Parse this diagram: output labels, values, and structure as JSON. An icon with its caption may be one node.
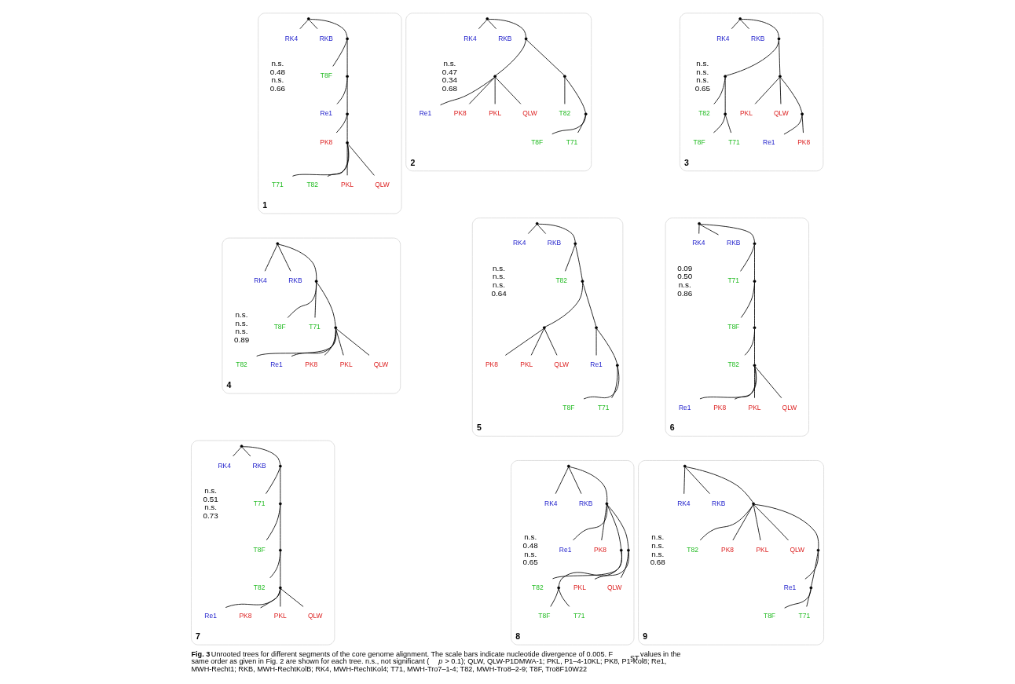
{
  "diagram": {
    "caption": "**Fig. 3** Unrooted trees for different segments of the core genome alignment. The scale bars indicate nucleotide divergence of 0.005. F$_{ST}$ values in the same order as given in Fig. 2 are shown for each tree. n.s., not significant (*p* > 0.1); QLW, QLW-P1DMWA-1; PKL, P1–4-10KL; PK8, P1-Kol8; Re1, MWH-Recht1; RKB, MWH-RechtKolB; RK4, MWH-RechtKol4; T71, MWH-Tro7–1-4; T82, MWH-Tro8–2-9; T8F, Tro8F10W22",
    "nodes": [
      {
        "text": [
          "1",
          "n.s.",
          "0.48",
          "n.s.",
          "0.66"
        ]
      },
      {
        "text": [
          "T8F"
        ],
        "in": 0
      },
      {
        "text": [
          "T71"
        ],
        "in": 0
      },
      {
        "text": [
          "T82"
        ],
        "in": 0
      },
      {
        "text": [
          "Re1"
        ],
        "in": 0
      },
      {
        "text": [
          "RK4"
        ],
        "in": 0
      },
      {
        "text": [
          "RKB"
        ],
        "in": 0
      },
      {
        "text": [
          "PK8"
        ],
        "in": 0
      },
      {
        "text": [
          "PKL"
        ],
        "in": 0
      },
      {
        "text": [
          "QLW"
        ],
        "in": 0
      },
      {
        "text": [],
        "shape": "point",
        "in": 0
      },
      {
        "text": [],
        "shape": "point",
        "in": 0
      },
      {
        "text": [],
        "shape": "point",
        "in": 0
      },
      {
        "text": [],
        "shape": "point",
        "in": 0
      },
      {
        "text": [],
        "shape": "point",
        "in": 0
      },
      {
        "text": [
          "2",
          "n.s.",
          "0.47",
          "0.34",
          "0.68"
        ]
      },
      {
        "text": [
          "T8F"
        ],
        "in": 15
      },
      {
        "text": [
          "T71"
        ],
        "in": 15
      },
      {
        "text": [
          "T82"
        ],
        "in": 15
      },
      {
        "text": [
          "Re1"
        ],
        "in": 15
      },
      {
        "text": [
          "RK4"
        ],
        "in": 15
      },
      {
        "text": [
          "RKB"
        ],
        "in": 15
      },
      {
        "text": [
          "PK8"
        ],
        "in": 15
      },
      {
        "text": [
          "PKL"
        ],
        "in": 15
      },
      {
        "text": [
          "QLW"
        ],
        "in": 15
      },
      {
        "text": [],
        "shape": "point",
        "in": 15
      },
      {
        "text": [],
        "shape": "point",
        "in": 15
      },
      {
        "text": [],
        "shape": "point",
        "in": 15
      },
      {
        "text": [],
        "shape": "point",
        "in": 15
      },
      {
        "text": [],
        "shape": "point",
        "in": 15
      },
      {
        "text": [
          "3",
          "n.s.",
          "n.s.",
          "n.s.",
          "0.65"
        ]
      },
      {
        "text": [
          "T8F"
        ],
        "in": 30
      },
      {
        "text": [
          "T71"
        ],
        "in": 30
      },
      {
        "text": [
          "T82"
        ],
        "in": 30
      },
      {
        "text": [
          "Re1"
        ],
        "in": 30
      },
      {
        "text": [
          "RK4"
        ],
        "in": 30
      },
      {
        "text": [
          "RKB"
        ],
        "in": 30
      },
      {
        "text": [
          "PK8"
        ],
        "in": 30
      },
      {
        "text": [
          "PKL"
        ],
        "in": 30
      },
      {
        "text": [
          "QLW"
        ],
        "in": 30
      },
      {
        "text": [],
        "shape": "point",
        "in": 30
      },
      {
        "text": [],
        "shape": "point",
        "in": 30
      },
      {
        "text": [],
        "shape": "point",
        "in": 30
      },
      {
        "text": [],
        "shape": "point",
        "in": 30
      },
      {
        "text": [],
        "shape": "point",
        "in": 30
      },
      {
        "text": [],
        "shape": "point",
        "in": 30
      },
      {
        "text": [
          "4",
          "n.s.",
          "n.s.",
          "n.s.",
          "0.89"
        ]
      },
      {
        "text": [
          "T8F"
        ],
        "in": 46
      },
      {
        "text": [
          "T71"
        ],
        "in": 46
      },
      {
        "text": [
          "T82"
        ],
        "in": 46
      },
      {
        "text": [
          "Re1"
        ],
        "in": 46
      },
      {
        "text": [
          "RK4"
        ],
        "in": 46
      },
      {
        "text": [
          "RKB"
        ],
        "in": 46
      },
      {
        "text": [
          "PK8"
        ],
        "in": 46
      },
      {
        "text": [
          "PKL"
        ],
        "in": 46
      },
      {
        "text": [
          "QLW"
        ],
        "in": 46
      },
      {
        "text": [],
        "shape": "point",
        "in": 46
      },
      {
        "text": [],
        "shape": "point",
        "in": 46
      },
      {
        "text": [],
        "shape": "point",
        "in": 46
      },
      {
        "text": [
          "5",
          "n.s.",
          "n.s.",
          "n.s.",
          "0.64"
        ]
      },
      {
        "text": [
          "T8F"
        ],
        "in": 59
      },
      {
        "text": [
          "T71"
        ],
        "in": 59
      },
      {
        "text": [
          "T82"
        ],
        "in": 59
      },
      {
        "text": [
          "Re1"
        ],
        "in": 59
      },
      {
        "text": [
          "RK4"
        ],
        "in": 59
      },
      {
        "text": [
          "RKB"
        ],
        "in": 59
      },
      {
        "text": [
          "PK8"
        ],
        "in": 59
      },
      {
        "text": [
          "PKL"
        ],
        "in": 59
      },
      {
        "text": [
          "QLW"
        ],
        "in": 59
      },
      {
        "text": [],
        "shape": "point",
        "in": 59
      },
      {
        "text": [],
        "shape": "point",
        "in": 59
      },
      {
        "text": [],
        "shape": "point",
        "in": 59
      },
      {
        "text": [],
        "shape": "point",
        "in": 59
      },
      {
        "text": [],
        "shape": "point",
        "in": 59
      },
      {
        "text": [],
        "shape": "point",
        "in": 59
      },
      {
        "text": [
          "6",
          "0.09",
          "0.50",
          "n.s.",
          "0.86"
        ]
      },
      {
        "text": [
          "T8F"
        ],
        "in": 75
      },
      {
        "text": [
          "T71"
        ],
        "in": 75
      },
      {
        "text": [
          "T82"
        ],
        "in": 75
      },
      {
        "text": [
          "Re1"
        ],
        "in": 75
      },
      {
        "text": [
          "RK4"
        ],
        "in": 75
      },
      {
        "text": [
          "RKB"
        ],
        "in": 75
      },
      {
        "text": [
          "PK8"
        ],
        "in": 75
      },
      {
        "text": [
          "PKL"
        ],
        "in": 75
      },
      {
        "text": [
          "QLW"
        ],
        "in": 75
      },
      {
        "text": [],
        "shape": "point",
        "in": 75
      },
      {
        "text": [],
        "shape": "point",
        "in": 75
      },
      {
        "text": [],
        "shape": "point",
        "in": 75
      },
      {
        "text": [],
        "shape": "point",
        "in": 75
      },
      {
        "text": [],
        "shape": "point",
        "in": 75
      },
      {
        "text": [
          "7",
          "n.s.",
          "0.51",
          "n.s.",
          "0.73"
        ]
      },
      {
        "text": [
          "T8F"
        ],
        "in": 90
      },
      {
        "text": [
          "T71"
        ],
        "in": 90
      },
      {
        "text": [
          "T82"
        ],
        "in": 90
      },
      {
        "text": [
          "Re1"
        ],
        "in": 90
      },
      {
        "text": [
          "RK4"
        ],
        "in": 90
      },
      {
        "text": [
          "RKB"
        ],
        "in": 90
      },
      {
        "text": [
          "PK8"
        ],
        "in": 90
      },
      {
        "text": [
          "PKL"
        ],
        "in": 90
      },
      {
        "text": [
          "QLW"
        ],
        "in": 90
      },
      {
        "text": [],
        "shape": "point",
        "in": 90
      },
      {
        "text": [],
        "shape": "point",
        "in": 90
      },
      {
        "text": [],
        "shape": "point",
        "in": 90
      },
      {
        "text": [],
        "shape": "point",
        "in": 90
      },
      {
        "text": [],
        "shape": "point",
        "in": 90
      },
      {
        "text": [
          "8",
          "n.s.",
          "0.48",
          "n.s.",
          "0.65"
        ]
      },
      {
        "text": [
          "T8F"
        ],
        "in": 105
      },
      {
        "text": [
          "T71"
        ],
        "in": 105
      },
      {
        "text": [
          "T82"
        ],
        "in": 105
      },
      {
        "text": [
          "Re1"
        ],
        "in": 105
      },
      {
        "text": [
          "RK4"
        ],
        "in": 105
      },
      {
        "text": [
          "RKB"
        ],
        "in": 105
      },
      {
        "text": [
          "PK8"
        ],
        "in": 105
      },
      {
        "text": [
          "PKL"
        ],
        "in": 105
      },
      {
        "text": [
          "QLW"
        ],
        "in": 105
      },
      {
        "text": [],
        "shape": "point",
        "in": 105
      },
      {
        "text": [],
        "shape": "point",
        "in": 105
      },
      {
        "text": [],
        "shape": "point",
        "in": 105
      },
      {
        "text": [],
        "shape": "point",
        "in": 105
      },
      {
        "text": [],
        "shape": "point",
        "in": 105
      },
      {
        "text": [
          "9",
          "n.s.",
          "n.s.",
          "n.s.",
          "0.68"
        ]
      },
      {
        "text": [
          "T8F"
        ],
        "in": 120
      },
      {
        "text": [
          "T71"
        ],
        "in": 120
      },
      {
        "text": [
          "T82"
        ],
        "in": 120
      },
      {
        "text": [
          "Re1"
        ],
        "in": 120
      },
      {
        "text": [
          "RK4"
        ],
        "in": 120
      },
      {
        "text": [
          "RKB"
        ],
        "in": 120
      },
      {
        "text": [
          "PK8"
        ],
        "in": 120
      },
      {
        "text": [
          "PKL"
        ],
        "in": 120
      },
      {
        "text": [
          "QLW"
        ],
        "in": 120
      },
      {
        "text": [],
        "shape": "point",
        "in": 120
      },
      {
        "text": [],
        "shape": "point",
        "in": 120
      },
      {
        "text": [],
        "shape": "point",
        "in": 120
      },
      {
        "text": [],
        "shape": "point",
        "in": 120
      }
    ],
    "edges": [
      {
        "from": 5,
        "to": 10,
        "arrow": "none"
      },
      {
        "from": 6,
        "to": 10,
        "arrow": "none"
      },
      {
        "from": 10,
        "to": 11,
        "arrow": "none"
      },
      {
        "from": 1,
        "to": 11,
        "arrow": "none"
      },
      {
        "from": 11,
        "to": 12,
        "arrow": "none"
      },
      {
        "from": 4,
        "to": 12,
        "arrow": "none"
      },
      {
        "from": 12,
        "to": 13,
        "arrow": "none"
      },
      {
        "from": 7,
        "to": 13,
        "arrow": "none"
      },
      {
        "from": 13,
        "to": 14,
        "arrow": "none"
      },
      {
        "from": 9,
        "to": 14,
        "arrow": "none"
      },
      {
        "from": 8,
        "to": 14,
        "arrow": "none"
      },
      {
        "from": 3,
        "to": 14,
        "arrow": "none"
      },
      {
        "from": 2,
        "to": 14,
        "arrow": "none"
      },
      {
        "from": 20,
        "to": 25,
        "arrow": "none"
      },
      {
        "from": 21,
        "to": 25,
        "arrow": "none"
      },
      {
        "from": 25,
        "to": 26,
        "arrow": "none"
      },
      {
        "from": 26,
        "to": 27,
        "arrow": "none"
      },
      {
        "from": 27,
        "to": 22,
        "arrow": "none"
      },
      {
        "from": 27,
        "to": 19,
        "arrow": "none"
      },
      {
        "from": 27,
        "to": 23,
        "arrow": "none"
      },
      {
        "from": 27,
        "to": 24,
        "arrow": "none"
      },
      {
        "from": 26,
        "to": 28,
        "arrow": "none"
      },
      {
        "from": 28,
        "to": 18,
        "arrow": "none"
      },
      {
        "from": 28,
        "to": 29,
        "arrow": "none"
      },
      {
        "from": 29,
        "to": 17,
        "arrow": "none"
      },
      {
        "from": 29,
        "to": 16,
        "arrow": "none"
      },
      {
        "from": 35,
        "to": 40,
        "arrow": "none"
      },
      {
        "from": 36,
        "to": 40,
        "arrow": "none"
      },
      {
        "from": 40,
        "to": 41,
        "arrow": "none"
      },
      {
        "from": 41,
        "to": 42,
        "arrow": "none"
      },
      {
        "from": 42,
        "to": 33,
        "arrow": "none"
      },
      {
        "from": 42,
        "to": 43,
        "arrow": "none"
      },
      {
        "from": 43,
        "to": 31,
        "arrow": "none"
      },
      {
        "from": 43,
        "to": 32,
        "arrow": "none"
      },
      {
        "from": 41,
        "to": 44,
        "arrow": "none"
      },
      {
        "from": 44,
        "to": 39,
        "arrow": "none"
      },
      {
        "from": 44,
        "to": 38,
        "arrow": "none"
      },
      {
        "from": 44,
        "to": 45,
        "arrow": "none"
      },
      {
        "from": 45,
        "to": 34,
        "arrow": "none"
      },
      {
        "from": 45,
        "to": 37,
        "arrow": "none"
      },
      {
        "from": 51,
        "to": 56,
        "arrow": "none"
      },
      {
        "from": 52,
        "to": 56,
        "arrow": "none"
      },
      {
        "from": 56,
        "to": 57,
        "arrow": "none"
      },
      {
        "from": 57,
        "to": 48,
        "arrow": "none"
      },
      {
        "from": 57,
        "to": 47,
        "arrow": "none"
      },
      {
        "from": 57,
        "to": 58,
        "arrow": "none"
      },
      {
        "from": 58,
        "to": 53,
        "arrow": "none"
      },
      {
        "from": 58,
        "to": 50,
        "arrow": "none"
      },
      {
        "from": 58,
        "to": 49,
        "arrow": "none"
      },
      {
        "from": 58,
        "to": 55,
        "arrow": "none"
      },
      {
        "from": 58,
        "to": 54,
        "arrow": "none"
      },
      {
        "from": 64,
        "to": 69,
        "arrow": "none"
      },
      {
        "from": 65,
        "to": 69,
        "arrow": "none"
      },
      {
        "from": 69,
        "to": 70,
        "arrow": "none"
      },
      {
        "from": 70,
        "to": 62,
        "arrow": "none"
      },
      {
        "from": 70,
        "to": 71,
        "arrow": "none"
      },
      {
        "from": 71,
        "to": 72,
        "arrow": "none"
      },
      {
        "from": 72,
        "to": 66,
        "arrow": "none"
      },
      {
        "from": 72,
        "to": 67,
        "arrow": "none"
      },
      {
        "from": 72,
        "to": 68,
        "arrow": "none"
      },
      {
        "from": 71,
        "to": 73,
        "arrow": "none"
      },
      {
        "from": 73,
        "to": 63,
        "arrow": "none"
      },
      {
        "from": 73,
        "to": 74,
        "arrow": "none"
      },
      {
        "from": 74,
        "to": 61,
        "arrow": "none"
      },
      {
        "from": 74,
        "to": 60,
        "arrow": "none"
      },
      {
        "from": 80,
        "to": 85,
        "arrow": "none"
      },
      {
        "from": 81,
        "to": 85,
        "arrow": "none"
      },
      {
        "from": 85,
        "to": 86,
        "arrow": "none"
      },
      {
        "from": 86,
        "to": 77,
        "arrow": "none"
      },
      {
        "from": 86,
        "to": 87,
        "arrow": "none"
      },
      {
        "from": 87,
        "to": 76,
        "arrow": "none"
      },
      {
        "from": 87,
        "to": 88,
        "arrow": "none"
      },
      {
        "from": 88,
        "to": 78,
        "arrow": "none"
      },
      {
        "from": 88,
        "to": 89,
        "arrow": "none"
      },
      {
        "from": 89,
        "to": 79,
        "arrow": "none"
      },
      {
        "from": 89,
        "to": 82,
        "arrow": "none"
      },
      {
        "from": 89,
        "to": 83,
        "arrow": "none"
      },
      {
        "from": 89,
        "to": 84,
        "arrow": "none"
      },
      {
        "from": 95,
        "to": 100,
        "arrow": "none"
      },
      {
        "from": 96,
        "to": 100,
        "arrow": "none"
      },
      {
        "from": 100,
        "to": 101,
        "arrow": "none"
      },
      {
        "from": 101,
        "to": 92,
        "arrow": "none"
      },
      {
        "from": 101,
        "to": 102,
        "arrow": "none"
      },
      {
        "from": 102,
        "to": 91,
        "arrow": "none"
      },
      {
        "from": 102,
        "to": 103,
        "arrow": "none"
      },
      {
        "from": 103,
        "to": 93,
        "arrow": "none"
      },
      {
        "from": 103,
        "to": 104,
        "arrow": "none"
      },
      {
        "from": 104,
        "to": 94,
        "arrow": "none"
      },
      {
        "from": 104,
        "to": 97,
        "arrow": "none"
      },
      {
        "from": 104,
        "to": 98,
        "arrow": "none"
      },
      {
        "from": 104,
        "to": 99,
        "arrow": "none"
      },
      {
        "from": 110,
        "to": 115,
        "arrow": "none"
      },
      {
        "from": 111,
        "to": 115,
        "arrow": "none"
      },
      {
        "from": 115,
        "to": 116,
        "arrow": "none"
      },
      {
        "from": 116,
        "to": 109,
        "arrow": "none"
      },
      {
        "from": 116,
        "to": 112,
        "arrow": "none"
      },
      {
        "from": 116,
        "to": 118,
        "arrow": "none"
      },
      {
        "from": 118,
        "to": 113,
        "arrow": "none"
      },
      {
        "from": 118,
        "to": 114,
        "arrow": "none"
      },
      {
        "from": 116,
        "to": 117,
        "arrow": "none"
      },
      {
        "from": 117,
        "to": 108,
        "arrow": "none"
      },
      {
        "from": 117,
        "to": 119,
        "arrow": "none"
      },
      {
        "from": 119,
        "to": 107,
        "arrow": "none"
      },
      {
        "from": 119,
        "to": 106,
        "arrow": "none"
      },
      {
        "from": 125,
        "to": 130,
        "arrow": "none"
      },
      {
        "from": 126,
        "to": 130,
        "arrow": "none"
      },
      {
        "from": 130,
        "to": 131,
        "arrow": "none"
      },
      {
        "from": 131,
        "to": 127,
        "arrow": "none"
      },
      {
        "from": 131,
        "to": 123,
        "arrow": "none"
      },
      {
        "from": 131,
        "to": 129,
        "arrow": "none"
      },
      {
        "from": 131,
        "to": 128,
        "arrow": "none"
      },
      {
        "from": 131,
        "to": 132,
        "arrow": "none"
      },
      {
        "from": 132,
        "to": 124,
        "arrow": "none"
      },
      {
        "from": 132,
        "to": 133,
        "arrow": "none"
      },
      {
        "from": 133,
        "to": 121,
        "arrow": "none"
      },
      {
        "from": 133,
        "to": 122,
        "arrow": "none"
      }
    ]
  }
}
